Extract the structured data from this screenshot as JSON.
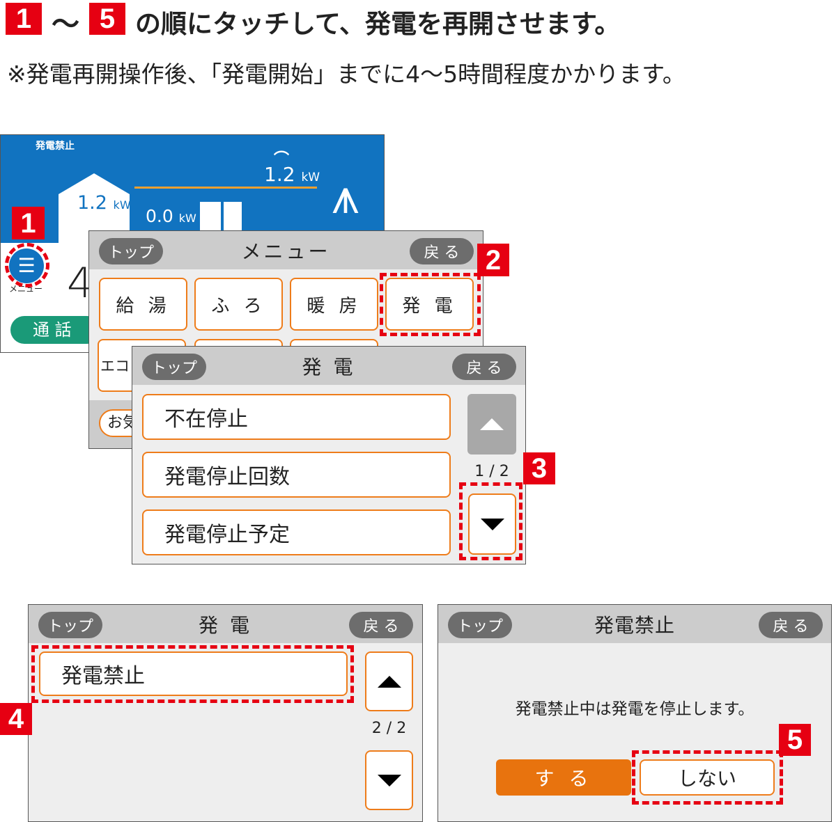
{
  "instruction": {
    "step_from": "1",
    "tilde": "〜",
    "step_to": "5",
    "text": "の順にタッチして、発電を再開させます。",
    "note": "※発電再開操作後、「発電開始」までに4〜5時間程度かかります。"
  },
  "home": {
    "status": "発電禁止",
    "grid_power": "1.2",
    "house_power": "1.2",
    "gen_power": "0.0",
    "unit": "kW",
    "menu_label": "メニュー",
    "time_partial": "4",
    "call_label": "通 話",
    "wifi_icon": "wifi-icon",
    "bg_color": "#1173c0"
  },
  "menu": {
    "top": "トップ",
    "title": "メニュー",
    "back": "戻 る",
    "items": [
      "給 湯",
      "ふ ろ",
      "暖 房",
      "発 電",
      "エコ"
    ],
    "bottom_partial": "お気"
  },
  "power1": {
    "top": "トップ",
    "title": "発 電",
    "back": "戻 る",
    "items": [
      "不在停止",
      "発電停止回数",
      "発電停止予定"
    ],
    "page": "1 / 2"
  },
  "power2": {
    "top": "トップ",
    "title": "発 電",
    "back": "戻 る",
    "items": [
      "発電禁止"
    ],
    "page": "2 / 2"
  },
  "confirm": {
    "top": "トップ",
    "title": "発電禁止",
    "back": "戻 る",
    "message": "発電禁止中は発電を停止します。",
    "yes": "す る",
    "no": "しない"
  },
  "steps": [
    "1",
    "2",
    "3",
    "4",
    "5"
  ],
  "colors": {
    "accent_red": "#e60012",
    "orange": "#ee7c1a",
    "green": "#1a9a78"
  }
}
